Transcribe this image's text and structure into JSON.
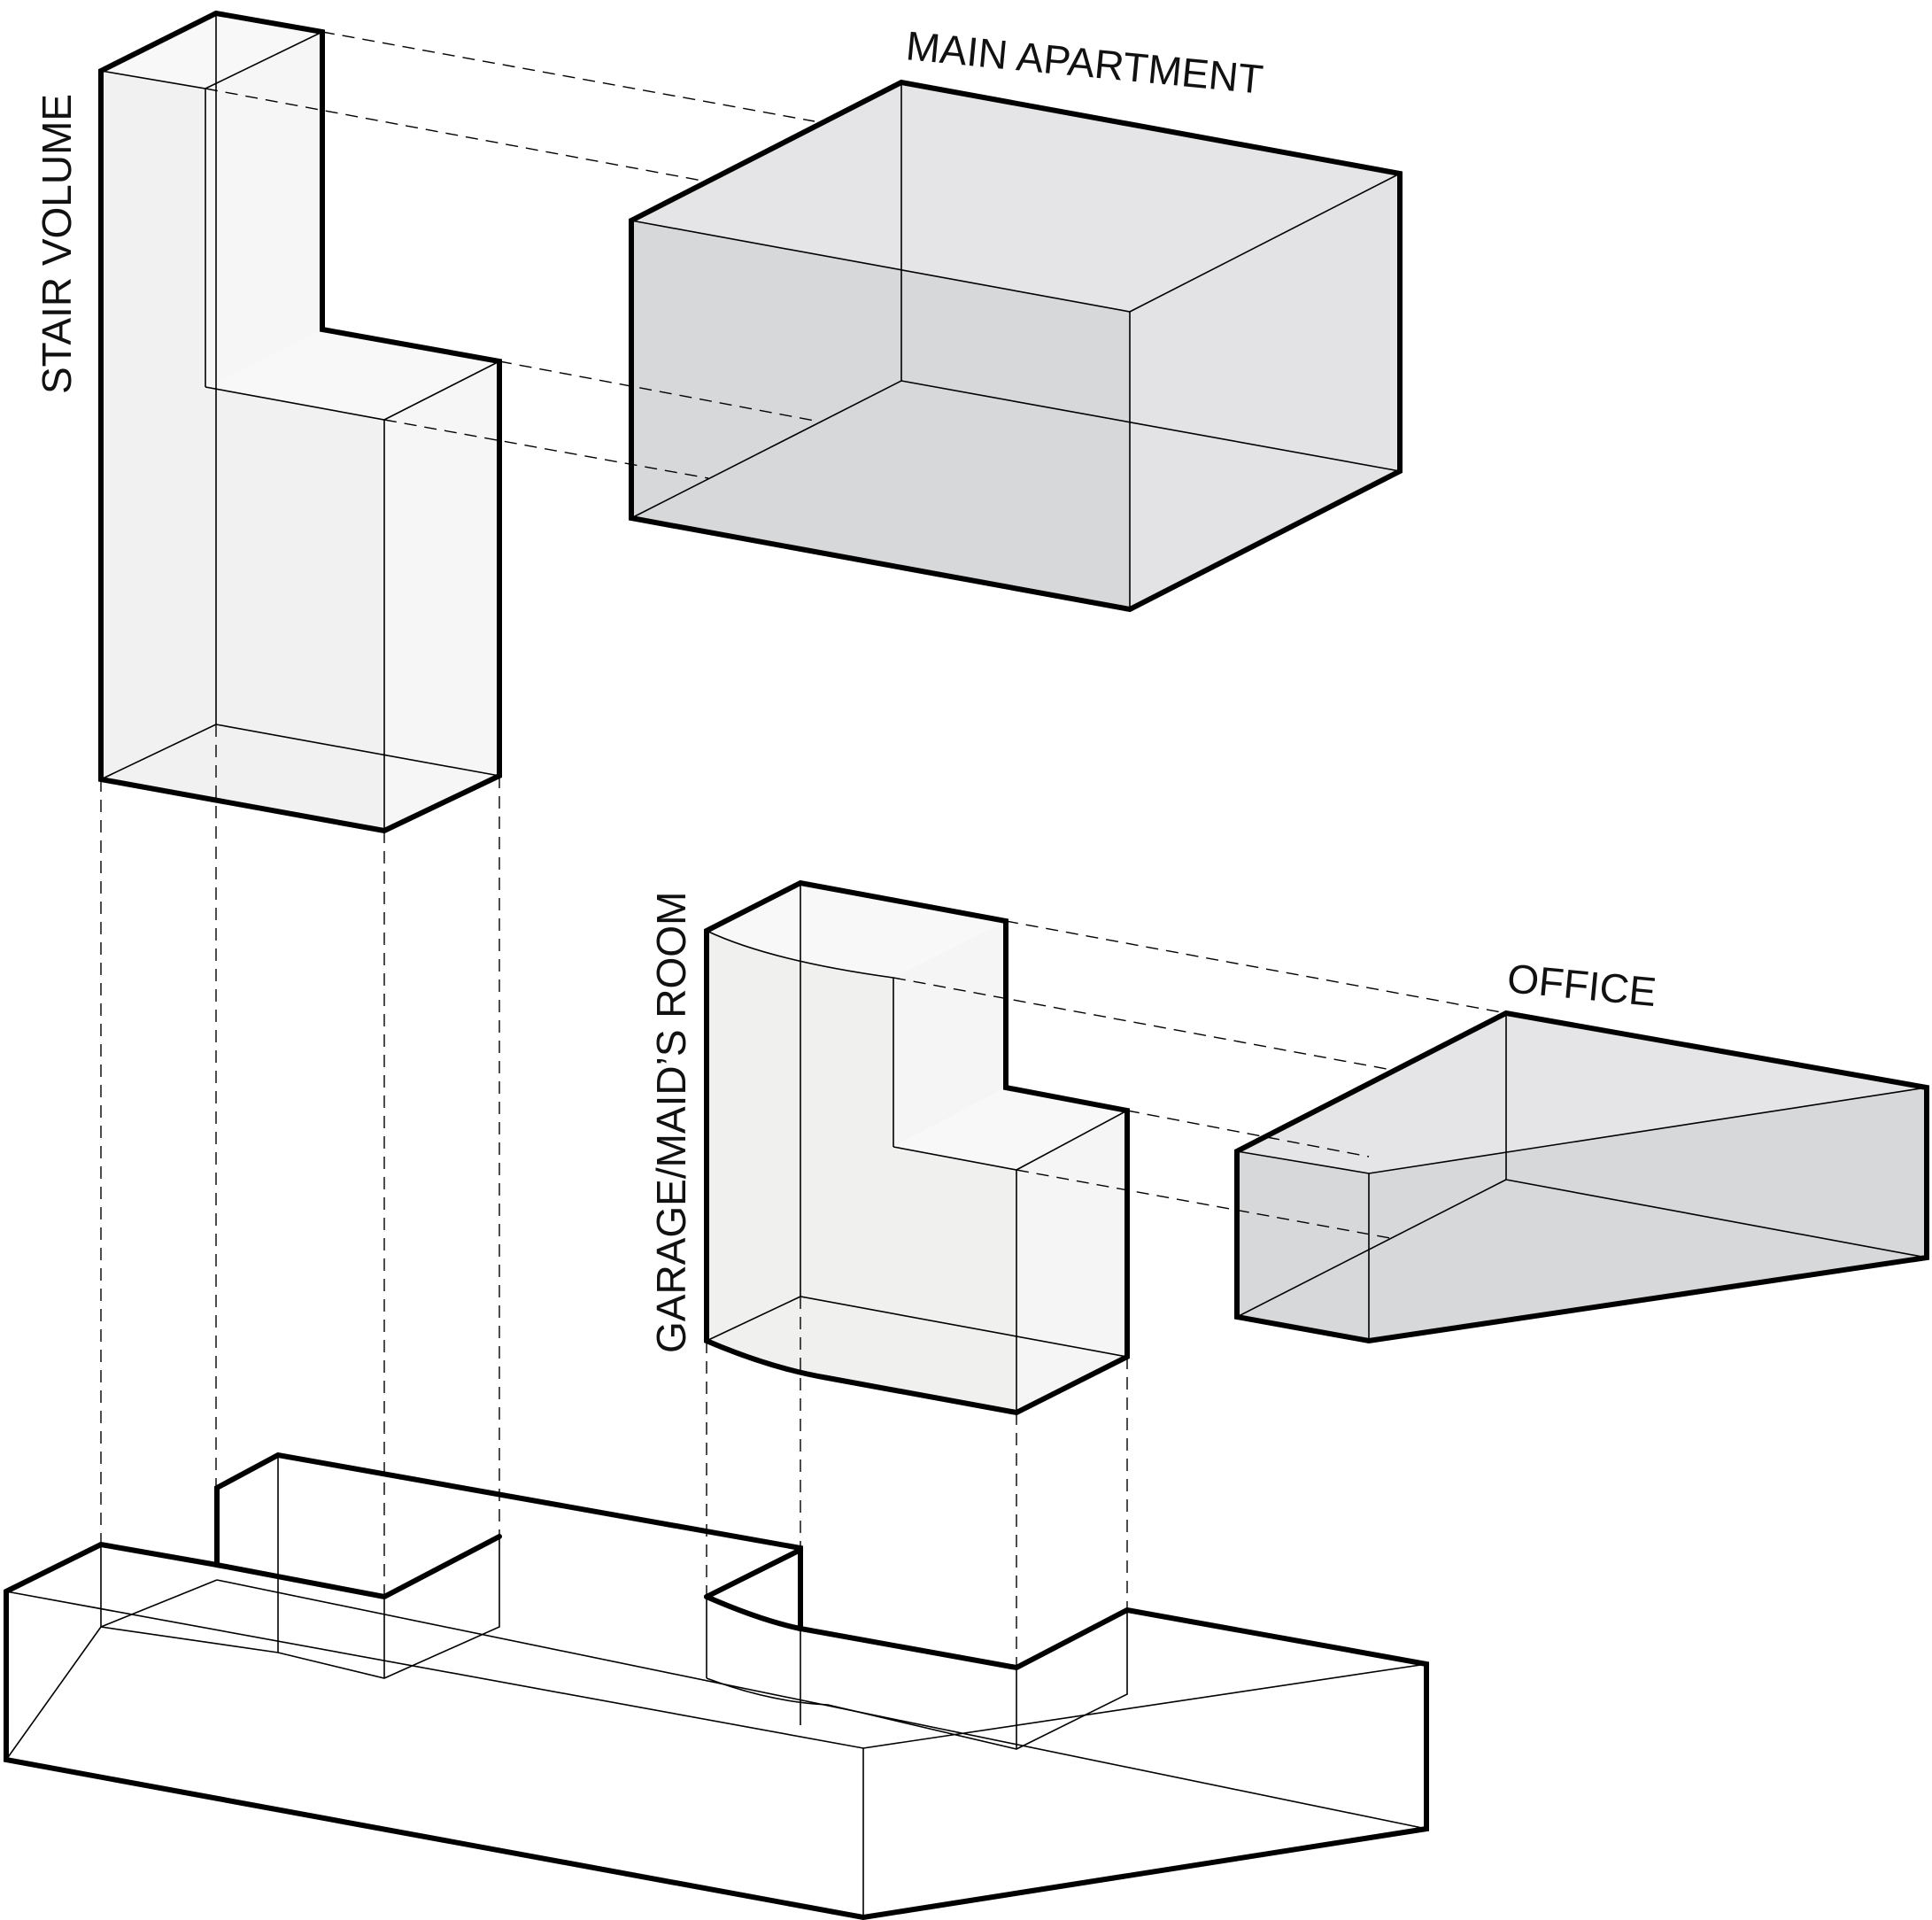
{
  "labels": {
    "stair_volume": "STAIR VOLUME",
    "main_apartment": "MAIN APARTMENT",
    "garage_maids_room": "GARAGE/MAID’S ROOM",
    "office": "OFFICE"
  },
  "colors": {
    "stroke": "#000000",
    "fill_light": "#f2f2f2",
    "fill_mid": "#e2e2e4",
    "fill_dark": "#d6d7d9",
    "background": "#ffffff"
  }
}
